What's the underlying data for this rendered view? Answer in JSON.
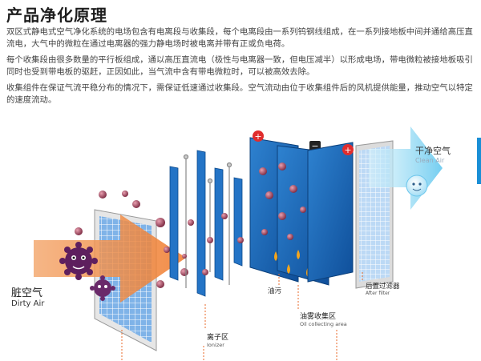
{
  "title": "产品净化原理",
  "paragraphs": [
    "双区式静电式空气净化系统的电场包含有电离段与收集段，每个电离段由一系列钨钢线组成，在一系列接地板中间并通给高压直流电，大气中的微粒在通过电离器的强力静电场时被电离并带有正或负电荷。",
    "每个收集段由很多数量的平行板组成，通以高压直流电（极性与电离器一致，但电压减半）以形成电场，带电微粒被接地板吸引同时也受到带电板的驱赶，正因如此，当气流中含有带电微粒时，可以被高效去除。",
    "收集组件在保证气流平稳分布的情况下，需保证低速通过收集段。空气流动由位于收集组件后的风机提供能量，推动空气以特定的速度流动。"
  ],
  "labels": {
    "dirty_air_cn": "脏空气",
    "dirty_air_en": "Dirty Air",
    "clean_air_cn": "干净空气",
    "clean_air_en": "Clean Air",
    "ionizer_cn": "离子区",
    "ionizer_en": "Ionizer",
    "oil_stain_cn": "油污",
    "oil_area_cn": "油雾收集区",
    "oil_area_en": "Oil collecting area",
    "after_filter_cn": "后置过滤器",
    "after_filter_en": "After filter"
  },
  "symbols": {
    "plus": "+",
    "minus": "−"
  },
  "colors": {
    "panel_blue": "#1a6bc0",
    "mesh_blue": "#4a90d9",
    "arrow_orange": "#f08c3c",
    "particle_dark": "#8e3a52",
    "germ_purple": "#6a2a6a",
    "clean_air_cyan": "#8ad6f3",
    "leader_orange": "#e86a28",
    "accent_blue": "#1a8fd6"
  }
}
